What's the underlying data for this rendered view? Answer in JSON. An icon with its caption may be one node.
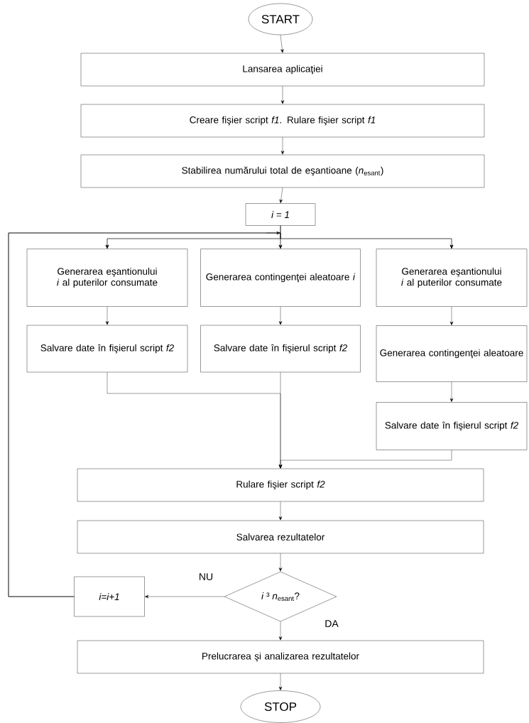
{
  "diagram": {
    "nodes": [
      {
        "text": [
          "START"
        ]
      },
      {
        "text": [
          "Lansarea aplicaţiei"
        ]
      },
      {
        "text": [
          "Creare fişier script *f1*. Rulare fişier script *f1*"
        ]
      },
      {
        "text": [
          "Stabilirea numărului total de eşantioane (*n*$_{esant}$)"
        ]
      },
      {
        "text": [
          "i = 1"
        ]
      },
      {
        "text": [
          "Generarea eşantionului *i* al puterilor consumate"
        ]
      },
      {
        "text": [
          "Generarea contingenţei aleatoare *i*"
        ]
      },
      {
        "text": [
          "Generarea eşantionului *i* al puterilor consumate"
        ]
      },
      {
        "text": [
          "Salvare date în fişierul script *f2*"
        ]
      },
      {
        "text": [
          "Salvare date în fişierul script *f2*"
        ]
      },
      {
        "text": [
          "Generarea contingenţei aleatoare"
        ]
      },
      {
        "text": [
          "Salvare date în fişierul script *f2*"
        ]
      },
      {
        "text": [
          "Rulare fişier script *f2*"
        ]
      },
      {
        "text": [
          "Salvarea rezultatelor"
        ]
      },
      {
        "text": [
          "*i* ³ *n*$_{esant}$?"
        ]
      },
      {
        "text": [
          "i=i+1"
        ]
      },
      {
        "text": [
          "Prelucrarea şi analizarea rezultatelor"
        ]
      },
      {
        "text": [
          "STOP"
        ]
      }
    ],
    "edges": [
      {
        "from": 0,
        "to": 1,
        "arrow": "to"
      },
      {
        "from": 1,
        "to": 2,
        "arrow": "to"
      },
      {
        "from": 2,
        "to": 3,
        "arrow": "to"
      },
      {
        "from": 3,
        "to": 4,
        "arrow": "to"
      },
      {
        "from": 4,
        "to": 5,
        "arrow": "to"
      },
      {
        "from": 4,
        "to": 6,
        "arrow": "to"
      },
      {
        "from": 4,
        "to": 7,
        "arrow": "to"
      },
      {
        "from": 5,
        "to": 8,
        "arrow": "to"
      },
      {
        "from": 6,
        "to": 9,
        "arrow": "to"
      },
      {
        "from": 7,
        "to": 10,
        "arrow": "to"
      },
      {
        "from": 10,
        "to": 11,
        "arrow": "to"
      },
      {
        "from": 8,
        "to": 12,
        "arrow": "to"
      },
      {
        "from": 9,
        "to": 12,
        "arrow": "to"
      },
      {
        "from": 11,
        "to": 12,
        "arrow": "to"
      },
      {
        "from": 12,
        "to": 13,
        "arrow": "to"
      },
      {
        "from": 13,
        "to": 14,
        "arrow": "to"
      },
      {
        "from": 14,
        "to": 15,
        "arrow": "to",
        "label": "NU"
      },
      {
        "from": 14,
        "to": 16,
        "arrow": "to",
        "label": "DA"
      },
      {
        "from": 15,
        "to": 5,
        "arrow": "to"
      },
      {
        "from": 15,
        "to": 6,
        "arrow": "to"
      },
      {
        "from": 15,
        "to": 7,
        "arrow": "to"
      },
      {
        "from": 16,
        "to": 17,
        "arrow": "to"
      }
    ]
  }
}
